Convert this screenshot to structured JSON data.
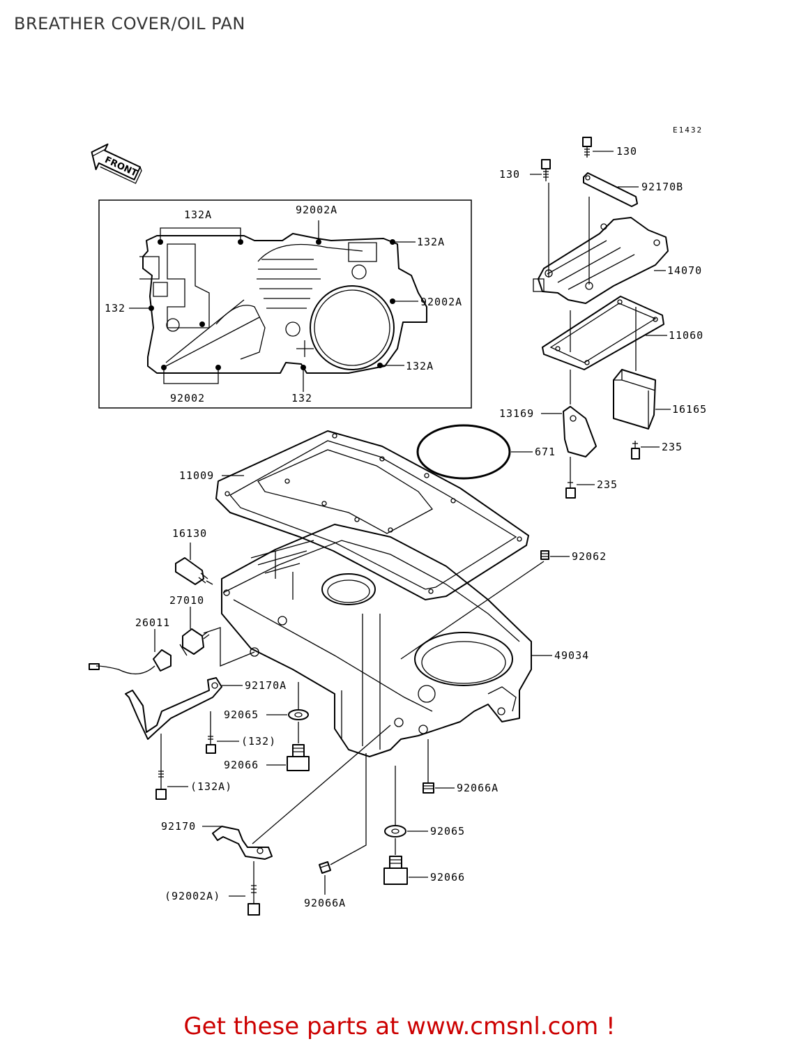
{
  "title": "BREATHER COVER/OIL PAN",
  "diagram_code": "E1432",
  "front_marker": "FRONT",
  "labels": {
    "l130a": "130",
    "l130b": "130",
    "l92170B": "92170B",
    "l14070": "14070",
    "l11060": "11060",
    "l13169": "13169",
    "l16165": "16165",
    "l235a": "235",
    "l235b": "235",
    "l671": "671",
    "l132A_top": "132A",
    "l92002A_top": "92002A",
    "l132A_r1": "132A",
    "l132_left": "132",
    "l92002A_r": "92002A",
    "l132A_r2": "132A",
    "l92002_bot": "92002",
    "l132_bot": "132",
    "l11009": "11009",
    "l16130": "16130",
    "l92062": "92062",
    "l27010": "27010",
    "l26011": "26011",
    "l49034": "49034",
    "l92170A": "92170A",
    "l92065a": "92065",
    "l132p": "(132)",
    "l92066a": "92066",
    "l132Ap": "(132A)",
    "l92066A_r": "92066A",
    "l92170": "92170",
    "l92065b": "92065",
    "l92066b": "92066",
    "l92002Ap": "(92002A)",
    "l92066A_b": "92066A"
  },
  "promo": "Get these parts at www.cmsnl.com !"
}
